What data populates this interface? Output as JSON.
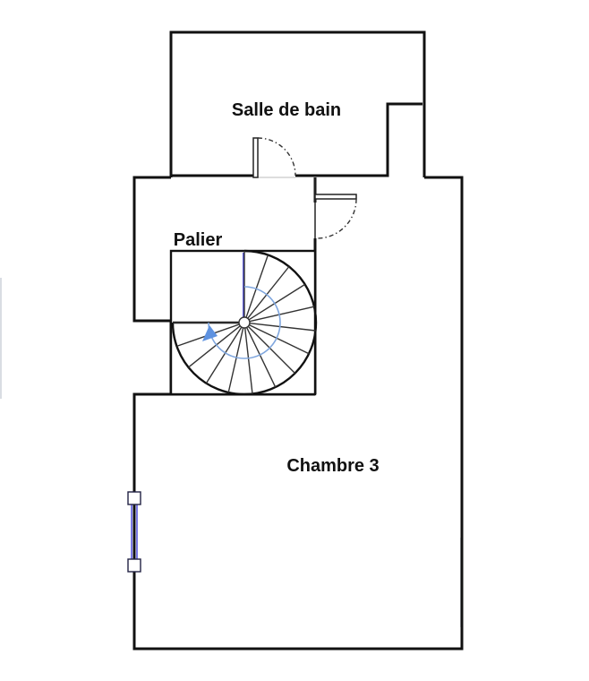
{
  "rooms": {
    "bathroom": "Salle de bain",
    "landing": "Palier",
    "bedroom": "Chambre 3"
  },
  "colors": {
    "walls": "#111111",
    "stair_walk_line": "#7fa6de",
    "window": "#7a7ae6",
    "labels": "#111111"
  },
  "elements": {
    "stair": "spiral-staircase",
    "doors": [
      "bathroom-door",
      "bedroom-door"
    ],
    "window": "bedroom-window"
  }
}
